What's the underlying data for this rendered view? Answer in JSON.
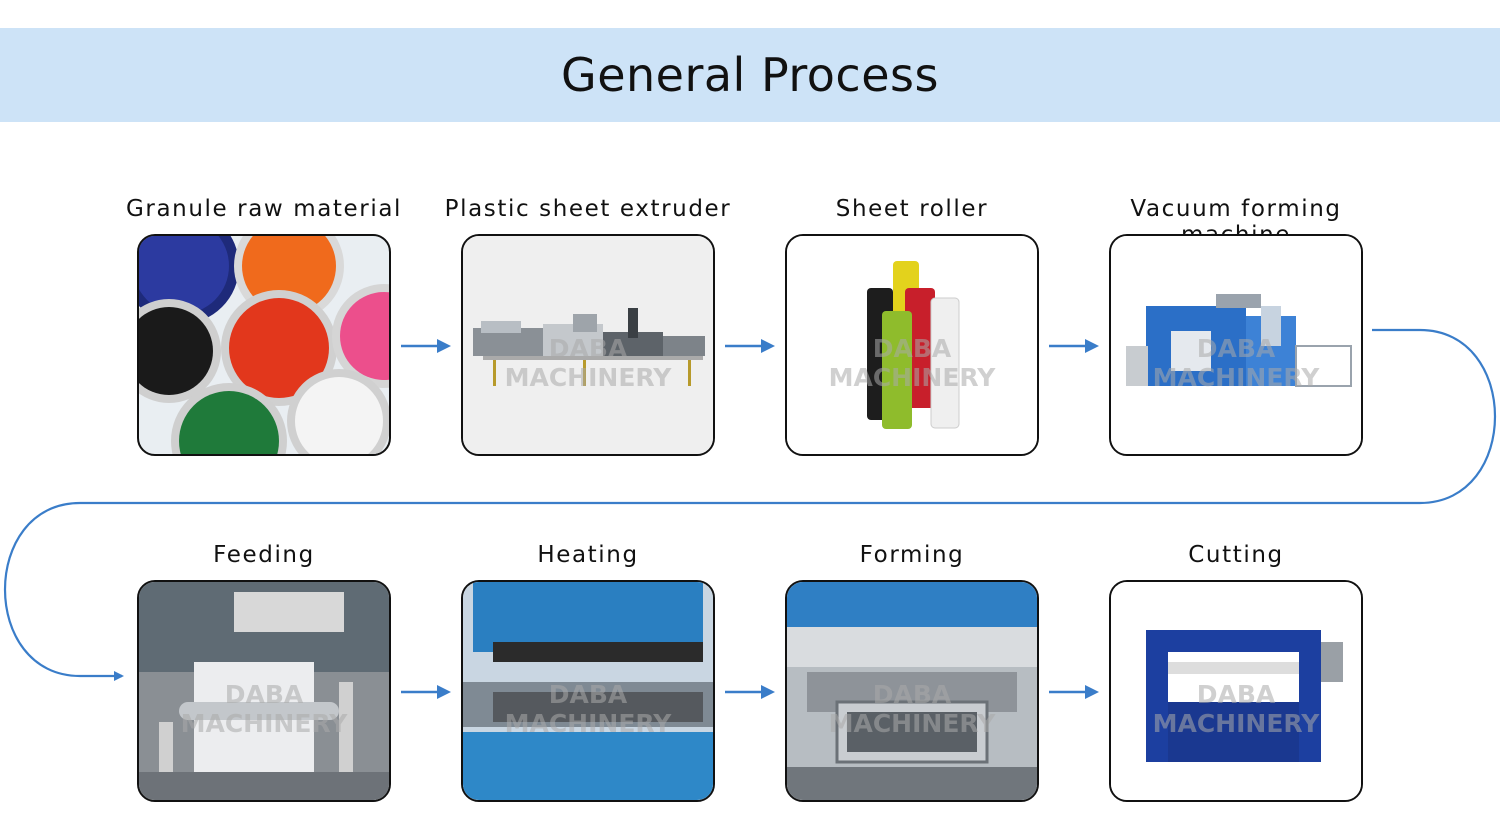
{
  "title": "General Process",
  "watermark": "DABA MACHINERY",
  "colors": {
    "banner": "#cde3f7",
    "arrow": "#3a7dc9",
    "border": "#111111"
  },
  "steps": [
    {
      "label": "Granule raw material",
      "icon": "colored-plastic-granules-image"
    },
    {
      "label": "Plastic sheet extruder",
      "icon": "extruder-line-image"
    },
    {
      "label": "Sheet roller",
      "icon": "plastic-sheet-rolls-image"
    },
    {
      "label": "Vacuum forming machine",
      "icon": "vacuum-forming-machine-image"
    },
    {
      "label": "Feeding",
      "icon": "sheet-feeding-image"
    },
    {
      "label": "Heating",
      "icon": "heating-station-image"
    },
    {
      "label": "Forming",
      "icon": "forming-station-image"
    },
    {
      "label": "Cutting",
      "icon": "cutting-press-image"
    }
  ]
}
